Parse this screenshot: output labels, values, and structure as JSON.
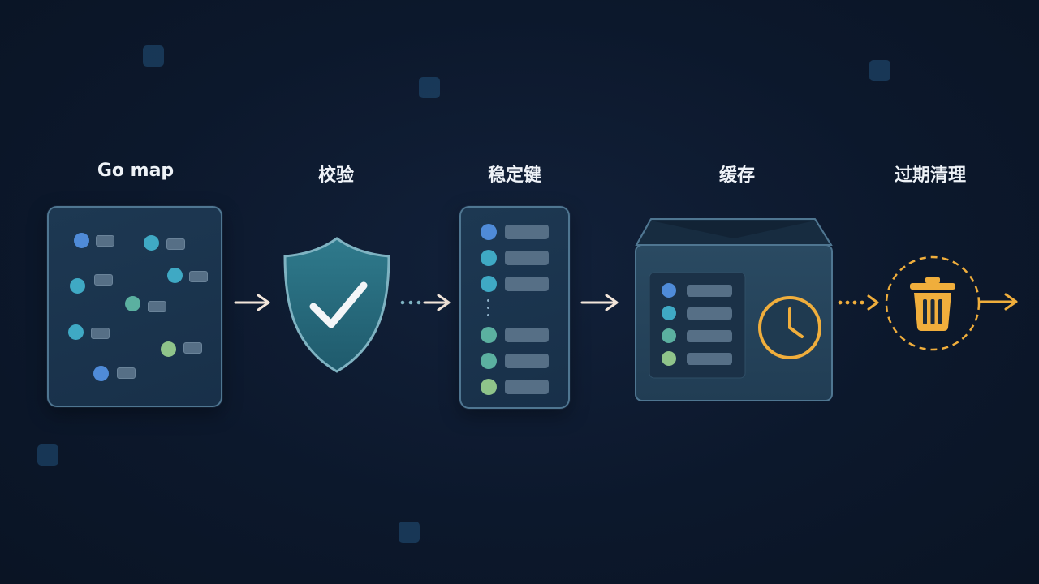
{
  "stages": [
    {
      "id": "go-map",
      "label": "Go map"
    },
    {
      "id": "validate",
      "label": "校验"
    },
    {
      "id": "stable-key",
      "label": "稳定键"
    },
    {
      "id": "cache",
      "label": "缓存"
    },
    {
      "id": "expire-cleanup",
      "label": "过期清理"
    }
  ],
  "colors": {
    "accent": "#f0ae3c",
    "blue": "#4f8bd8",
    "teal": "#3fa9c4",
    "green": "#8fc48a",
    "arrow_light": "#f3e6da",
    "shield": "#2b6f82",
    "panel_border": "#4f7691"
  },
  "icons": [
    "shield-check-icon",
    "clock-icon",
    "trash-icon"
  ]
}
